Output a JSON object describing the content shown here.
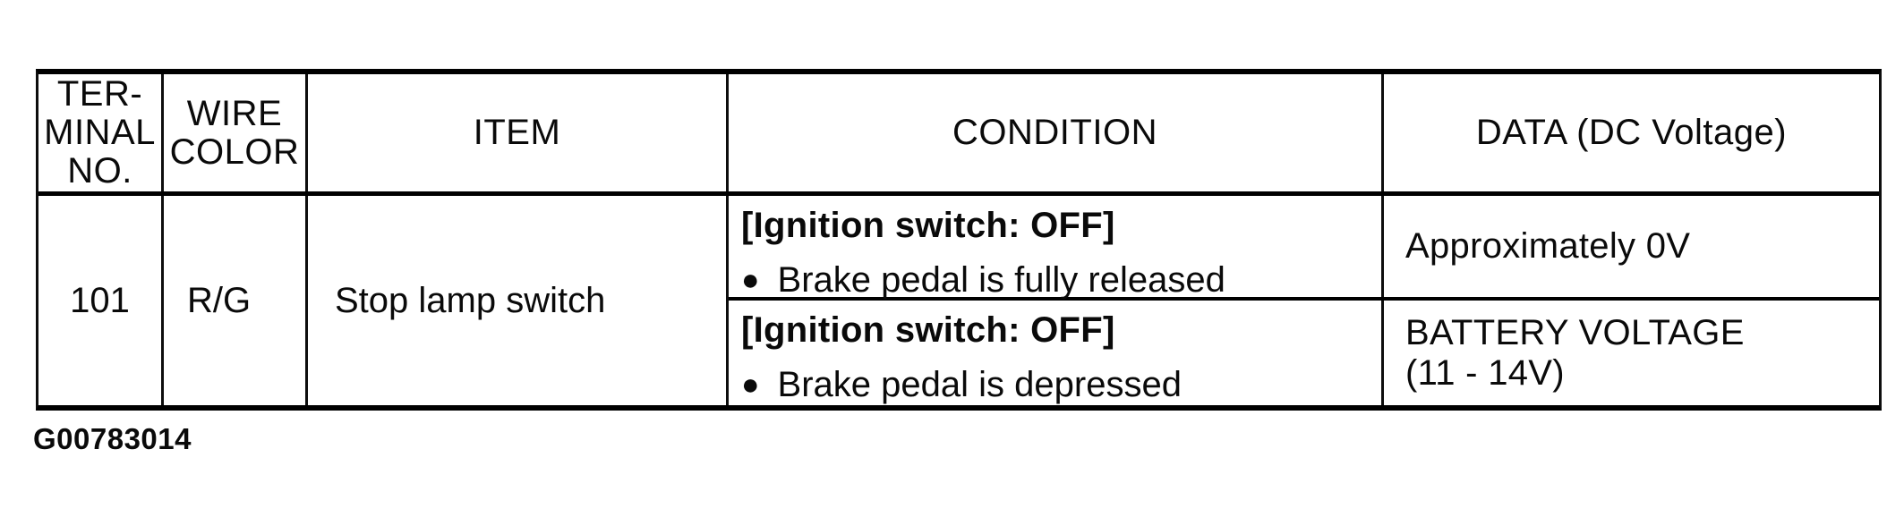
{
  "colors": {
    "ink": "#0a0a0a",
    "background": "#ffffff"
  },
  "table": {
    "headers": [
      {
        "name": "terminal-no",
        "lines": [
          "TER-",
          "MINAL",
          "NO."
        ]
      },
      {
        "name": "wire-color",
        "lines": [
          "WIRE",
          "COLOR"
        ]
      },
      {
        "name": "item",
        "lines": [
          "ITEM"
        ]
      },
      {
        "name": "condition",
        "lines": [
          "CONDITION"
        ]
      },
      {
        "name": "data-dc-voltage",
        "lines": [
          "DATA (DC Voltage)"
        ]
      }
    ],
    "row": {
      "terminal_no": "101",
      "wire_color": "R/G",
      "item": "Stop lamp switch",
      "bullet_glyph": "●",
      "conditions": [
        {
          "state": "[Ignition switch: OFF]",
          "bullet": "Brake pedal is fully released",
          "data_lines": [
            "Approximately 0V"
          ]
        },
        {
          "state": "[Ignition switch: OFF]",
          "bullet": "Brake pedal is depressed",
          "data_lines": [
            "BATTERY VOLTAGE",
            "(11 - 14V)"
          ]
        }
      ]
    }
  },
  "footer": {
    "figure_id": "G00783014"
  }
}
